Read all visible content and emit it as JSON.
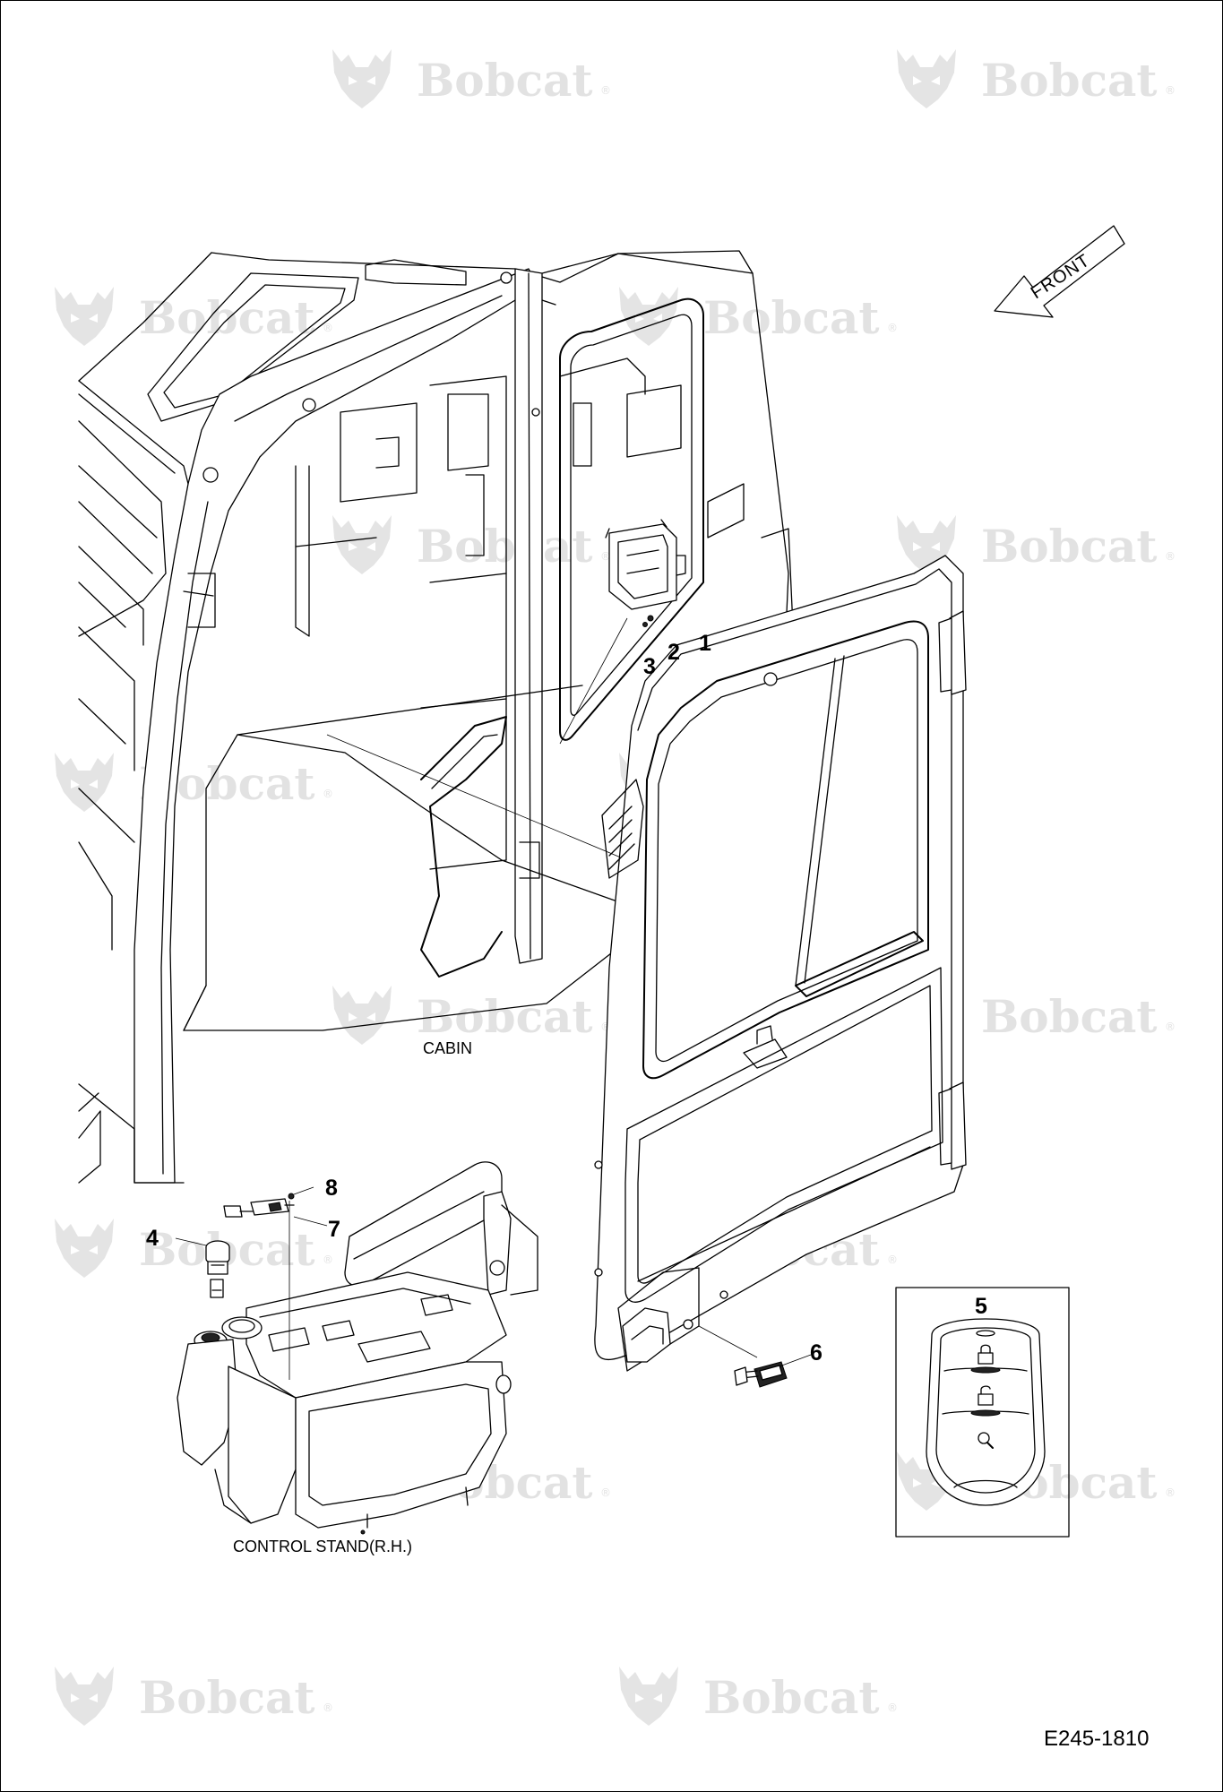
{
  "watermark": {
    "brand": "Bobcat",
    "registered_mark": "®"
  },
  "orientation": {
    "front_label": "FRONT"
  },
  "captions": {
    "cabin": "CABIN",
    "control_stand": "CONTROL STAND(R.H.)"
  },
  "callouts": [
    "1",
    "2",
    "3",
    "4",
    "5",
    "6",
    "7",
    "8"
  ],
  "drawing_number": "E245-1810"
}
